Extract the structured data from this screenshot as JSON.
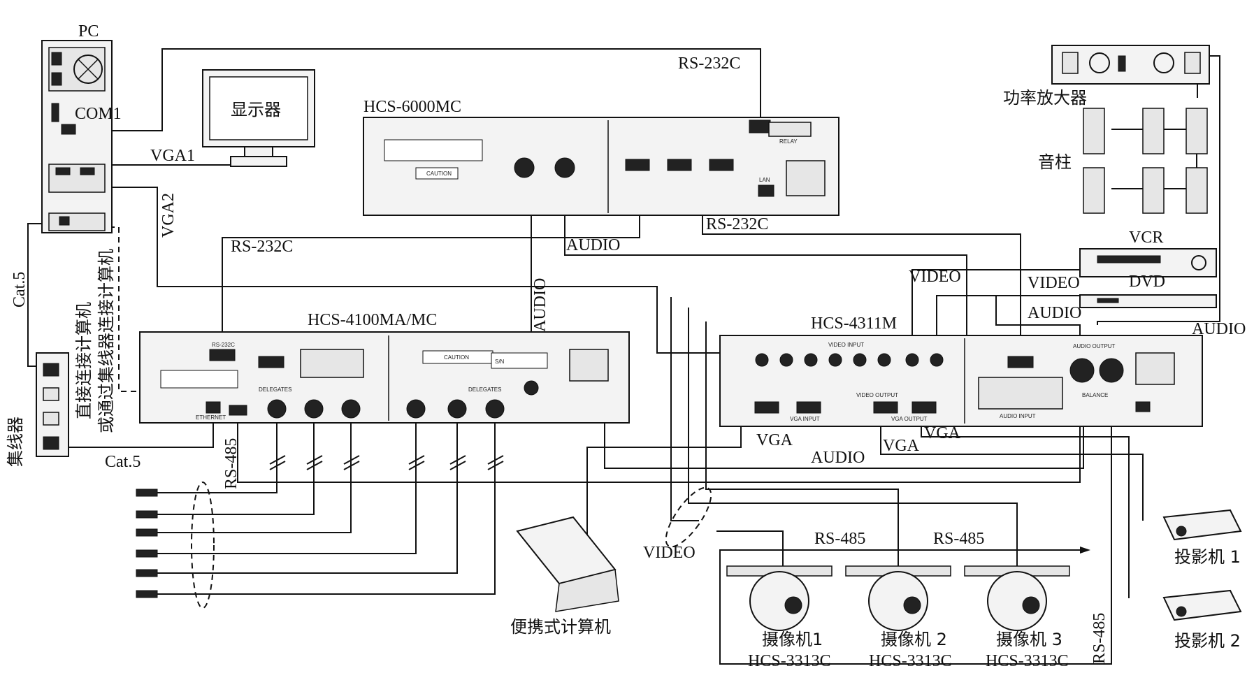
{
  "devices": {
    "pc": "PC",
    "monitor": "显示器",
    "hcs6000": "HCS-6000MC",
    "hcs4100": "HCS-4100MA/MC",
    "hcs4311": "HCS-4311M",
    "amplifier": "功率放大器",
    "speaker": "音柱",
    "vcr": "VCR",
    "dvd": "DVD",
    "hub": "集线器",
    "laptop": "便携式计算机",
    "projector1": "投影机 1",
    "projector2": "投影机 2",
    "camera1": "摄像机1",
    "camera2": "摄像机 2",
    "camera3": "摄像机 3",
    "camera_model": "HCS-3313C"
  },
  "ports": {
    "com1": "COM1",
    "vga1": "VGA1",
    "vga2": "VGA2"
  },
  "signals": {
    "rs232c": "RS-232C",
    "audio": "AUDIO",
    "video": "VIDEO",
    "vga": "VGA",
    "rs485": "RS-485",
    "cat5": "Cat.5"
  },
  "notes": {
    "direct_connect": "直接连接计算机",
    "via_hub": "或通过集线器连接计算机"
  },
  "panel_text": {
    "rs232c": "RS-232C",
    "delegates": "DELEGATES",
    "sn": "S/N",
    "caution": "CAUTION",
    "video_input": "VIDEO INPUT",
    "video_output": "VIDEO OUTPUT",
    "vga_input": "VGA INPUT",
    "vga_output": "VGA OUTPUT",
    "audio_input": "AUDIO INPUT",
    "audio_output": "AUDIO OUTPUT",
    "ethernet": "ETHERNET",
    "balance": "BALANCE",
    "lan": "LAN",
    "relay": "RELAY"
  }
}
